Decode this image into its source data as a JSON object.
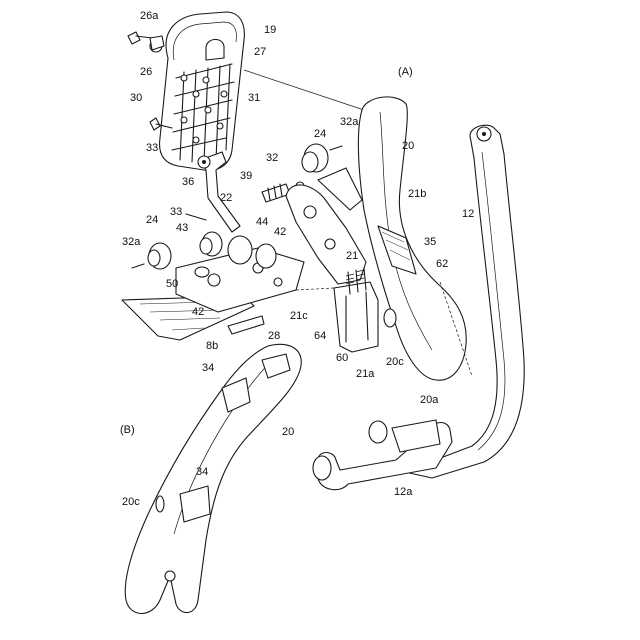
{
  "colors": {
    "ink": "#1a1a1a",
    "paper": "#ffffff"
  },
  "views": {
    "a": "(A)",
    "b": "(B)"
  },
  "labels": {
    "l26a": "26a",
    "l19": "19",
    "l27": "27",
    "l26": "26",
    "l30": "30",
    "l31": "31",
    "l33a": "33",
    "l36": "36",
    "l22": "22",
    "l32": "32",
    "l39": "39",
    "l24a": "24",
    "l32a_top": "32a",
    "l20_top": "20",
    "l21b": "21b",
    "l12": "12",
    "l33b": "33",
    "l43": "43",
    "l44": "44",
    "l42a": "42",
    "l24b": "24",
    "l32a_left": "32a",
    "l35": "35",
    "l21": "21",
    "l62": "62",
    "l50": "50",
    "l42b": "42",
    "l21c": "21c",
    "l64": "64",
    "l8b": "8b",
    "l60": "60",
    "l20c_right": "20c",
    "l21a": "21a",
    "l20a": "20a",
    "l28": "28",
    "l34_top": "34",
    "l20_b": "20",
    "l34_bot": "34",
    "l20c_b": "20c",
    "l12a": "12a"
  }
}
